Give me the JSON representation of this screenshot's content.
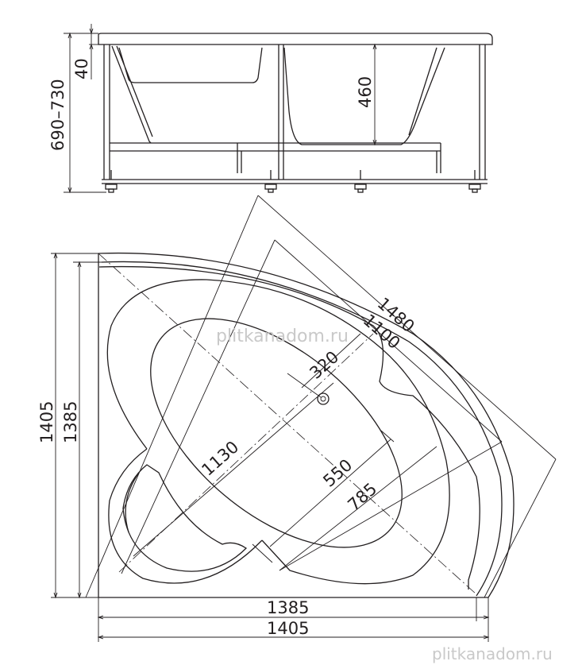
{
  "side_view": {
    "height_total": "690–730",
    "rim": "40",
    "depth": "460"
  },
  "plan_view": {
    "width_outer": "1405",
    "width_inner": "1385",
    "height_outer": "1405",
    "height_inner": "1385",
    "diagonal_outer": "1480",
    "diagonal_inner": "1100",
    "bowl_length": "1130",
    "drain_offset": "320",
    "bowl_width": "550",
    "bowl_width_outer": "785"
  },
  "watermark": {
    "center": "plitkanadom.ru",
    "corner": "plitkanadom.ru"
  }
}
